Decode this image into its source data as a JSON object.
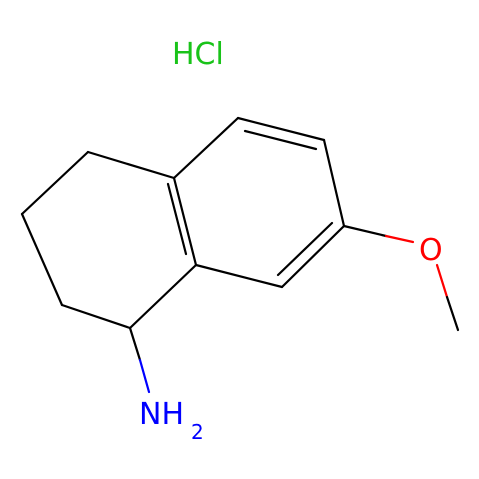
{
  "molecule": {
    "salt": {
      "text": "HCl",
      "color": "#19c319"
    },
    "amine": {
      "main": "NH",
      "subscript": "2",
      "color": "#0000ff"
    },
    "oxygen": {
      "text": "O",
      "color": "#ff0000"
    },
    "bond_color": "#000000"
  }
}
